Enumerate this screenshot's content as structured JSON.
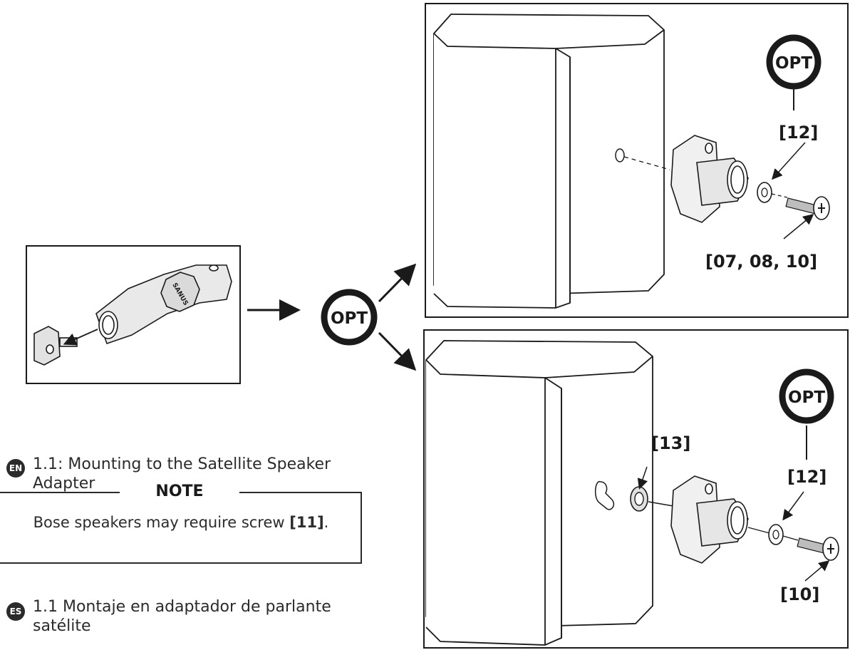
{
  "badges": {
    "opt": "OPT"
  },
  "labels": {
    "top_washer": "[12]",
    "top_screws": "[07, 08, 10]",
    "bottom_adapter": "[13]",
    "bottom_washer": "[12]",
    "bottom_screw": "[10]"
  },
  "sections": {
    "en": {
      "badge": "EN",
      "title_line1": "1.1: Mounting to the Satellite Speaker",
      "title_line2": "Adapter"
    },
    "es": {
      "badge": "ES",
      "title_line1": "1.1 Montaje en adaptador de parlante",
      "title_line2": "satélite"
    }
  },
  "note": {
    "title": "NOTE",
    "body_prefix": "Bose speakers may require screw ",
    "body_ref": "[11]",
    "body_suffix": "."
  },
  "brand_mark": "SANUS"
}
